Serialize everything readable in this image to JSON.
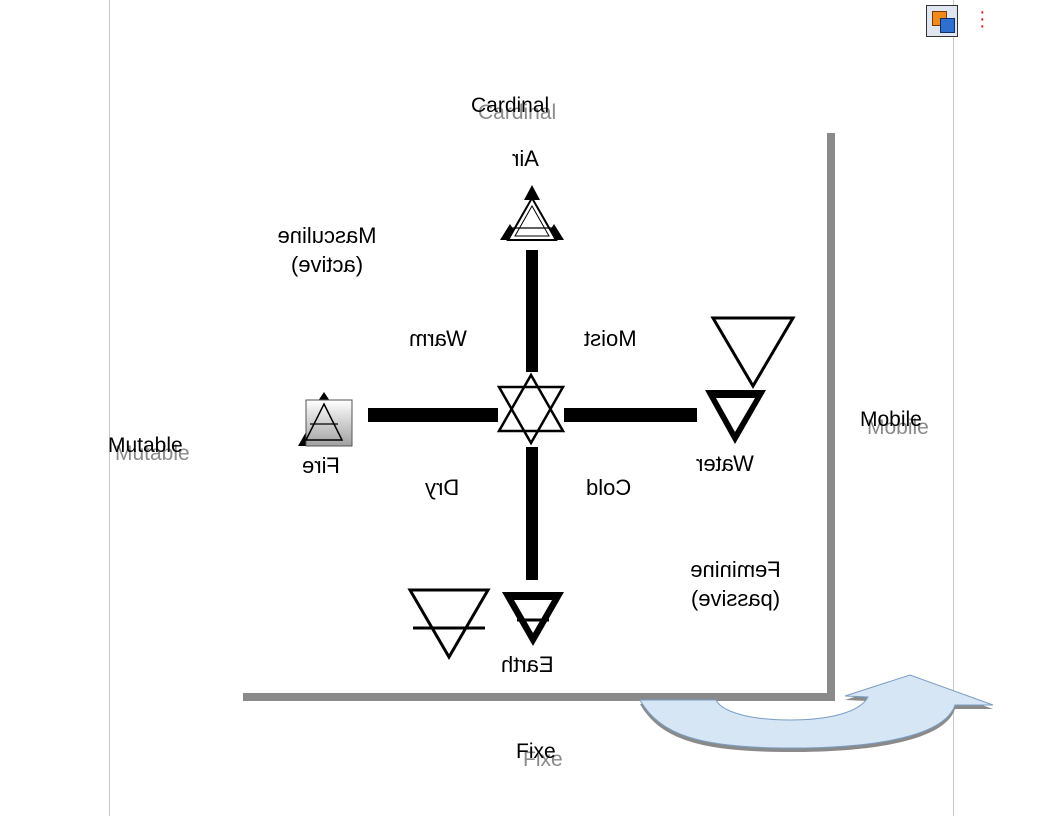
{
  "labels": {
    "cardinal": "Cardinal",
    "mutable": "Mutable",
    "mobile": "Mobile",
    "fixe": "Fixe"
  },
  "mirrored": {
    "air": "Air",
    "fire": "Fire",
    "water": "Water",
    "earth": "Earth",
    "warm": "Warm",
    "moist": "Moist",
    "dry": "Dry",
    "cold": "Cold",
    "masculine_line1": "Masculine",
    "masculine_line2": "(active)",
    "feminine_line1": "Feminine",
    "feminine_line2": "(passive)"
  },
  "icons": {
    "toolbar_button": "layers-icon",
    "overflow_menu": "kebab-menu-icon"
  },
  "colors": {
    "frame": "#8a8a8a",
    "arrow_fill": "#d6e6f5",
    "text": "#000000"
  }
}
